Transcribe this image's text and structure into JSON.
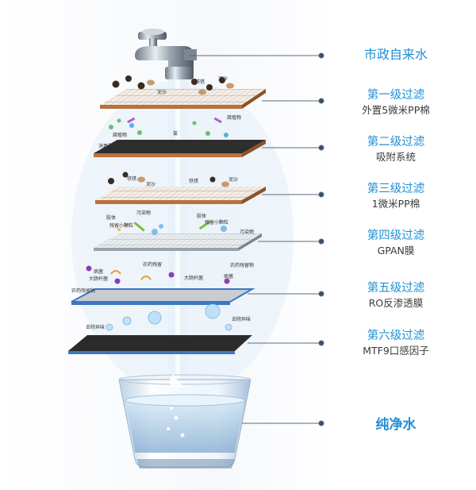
{
  "source": "市政自来水",
  "stages": [
    {
      "title": "第一级过滤",
      "subtitle": "外置5微米PP棉"
    },
    {
      "title": "第二级过滤",
      "subtitle": "吸附系统"
    },
    {
      "title": "第三级过滤",
      "subtitle": "1微米PP棉"
    },
    {
      "title": "第四级过滤",
      "subtitle": "GPAN膜"
    },
    {
      "title": "第五级过滤",
      "subtitle": "RO反渗透膜"
    },
    {
      "title": "第六级过滤",
      "subtitle": "MTF9口感因子"
    }
  ],
  "result": "纯净水",
  "annotations": {
    "rust": "铁锈",
    "sand": "泥沙",
    "humus": "腐殖物",
    "chlorine": "氯",
    "disinfection_byproduct": "消毒副产品",
    "colloid": "胶体",
    "residue_particles": "残留小颗粒",
    "pollutant": "污染物",
    "pesticide_residue": "农药残留",
    "pesticide_residue_obj": "农药残留物",
    "ecoli": "大肠杆菌",
    "virus": "病菌",
    "odor_removal": "去除异味"
  },
  "colors": {
    "accent": "#1f8fd6",
    "line": "#3b4d63",
    "copper": "#b9713d",
    "blue_frame": "#3d77c4"
  }
}
